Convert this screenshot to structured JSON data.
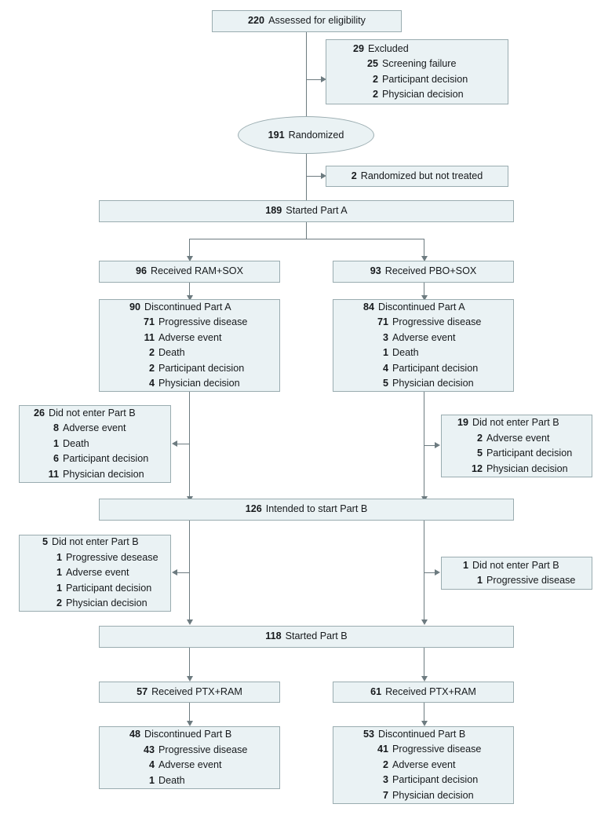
{
  "chart_data": {
    "type": "diagram",
    "title": "CONSORT participant flow diagram",
    "nodes": [
      {
        "id": "assessed",
        "n": "220",
        "label": "Assessed for eligibility"
      },
      {
        "id": "excluded",
        "n": "29",
        "label": "Excluded",
        "items": [
          {
            "n": "25",
            "label": "Screening failure"
          },
          {
            "n": "2",
            "label": "Participant decision"
          },
          {
            "n": "2",
            "label": "Physician decision"
          }
        ]
      },
      {
        "id": "randomized",
        "n": "191",
        "label": "Randomized"
      },
      {
        "id": "not-treated",
        "n": "2",
        "label": "Randomized but not treated"
      },
      {
        "id": "started-a",
        "n": "189",
        "label": "Started Part A"
      },
      {
        "id": "received-ram-sox",
        "n": "96",
        "label": "Received RAM+SOX"
      },
      {
        "id": "received-pbo-sox",
        "n": "93",
        "label": "Received PBO+SOX"
      },
      {
        "id": "disc-a-left",
        "n": "90",
        "label": "Discontinued Part A",
        "items": [
          {
            "n": "71",
            "label": "Progressive disease"
          },
          {
            "n": "11",
            "label": "Adverse event"
          },
          {
            "n": "2",
            "label": "Death"
          },
          {
            "n": "2",
            "label": "Participant decision"
          },
          {
            "n": "4",
            "label": "Physician decision"
          }
        ]
      },
      {
        "id": "disc-a-right",
        "n": "84",
        "label": "Discontinued Part A",
        "items": [
          {
            "n": "71",
            "label": "Progressive disease"
          },
          {
            "n": "3",
            "label": "Adverse event"
          },
          {
            "n": "1",
            "label": "Death"
          },
          {
            "n": "4",
            "label": "Participant decision"
          },
          {
            "n": "5",
            "label": "Physician decision"
          }
        ]
      },
      {
        "id": "noenter-b-left-1",
        "n": "26",
        "label": "Did not enter Part B",
        "items": [
          {
            "n": "8",
            "label": "Adverse event"
          },
          {
            "n": "1",
            "label": "Death"
          },
          {
            "n": "6",
            "label": "Participant decision"
          },
          {
            "n": "11",
            "label": "Physician decision"
          }
        ]
      },
      {
        "id": "noenter-b-right-1",
        "n": "19",
        "label": "Did not enter Part B",
        "items": [
          {
            "n": "2",
            "label": "Adverse event"
          },
          {
            "n": "5",
            "label": "Participant decision"
          },
          {
            "n": "12",
            "label": "Physician decision"
          }
        ]
      },
      {
        "id": "intended-b",
        "n": "126",
        "label": "Intended to start Part B"
      },
      {
        "id": "noenter-b-left-2",
        "n": "5",
        "label": "Did not enter Part B",
        "items": [
          {
            "n": "1",
            "label": "Progressive desease"
          },
          {
            "n": "1",
            "label": "Adverse event"
          },
          {
            "n": "1",
            "label": "Participant decision"
          },
          {
            "n": "2",
            "label": "Physician decision"
          }
        ]
      },
      {
        "id": "noenter-b-right-2",
        "n": "1",
        "label": "Did not enter Part B",
        "items": [
          {
            "n": "1",
            "label": "Progressive disease"
          }
        ]
      },
      {
        "id": "started-b",
        "n": "118",
        "label": "Started Part B"
      },
      {
        "id": "received-ptx-ram-left",
        "n": "57",
        "label": "Received PTX+RAM"
      },
      {
        "id": "received-ptx-ram-right",
        "n": "61",
        "label": "Received PTX+RAM"
      },
      {
        "id": "disc-b-left",
        "n": "48",
        "label": "Discontinued Part B",
        "items": [
          {
            "n": "43",
            "label": "Progressive disease"
          },
          {
            "n": "4",
            "label": "Adverse event"
          },
          {
            "n": "1",
            "label": "Death"
          }
        ]
      },
      {
        "id": "disc-b-right",
        "n": "53",
        "label": "Discontinued Part B",
        "items": [
          {
            "n": "41",
            "label": "Progressive disease"
          },
          {
            "n": "2",
            "label": "Adverse event"
          },
          {
            "n": "3",
            "label": "Participant decision"
          },
          {
            "n": "7",
            "label": "Physician decision"
          }
        ]
      }
    ],
    "colors": {
      "box_fill": "#eaf2f4",
      "box_border": "#9aacb0",
      "connector": "#6d7b80",
      "text": "#16191c",
      "background": "#ffffff"
    }
  },
  "assessed": {
    "n": "220",
    "label": "Assessed for eligibility"
  },
  "excluded": {
    "n": "29",
    "label": "Excluded",
    "i0n": "25",
    "i0l": "Screening failure",
    "i1n": "2",
    "i1l": "Participant decision",
    "i2n": "2",
    "i2l": "Physician decision"
  },
  "randomized": {
    "n": "191",
    "label": "Randomized"
  },
  "not_treated": {
    "n": "2",
    "label": "Randomized but not treated"
  },
  "started_a": {
    "n": "189",
    "label": "Started Part A"
  },
  "received_ram_sox": {
    "n": "96",
    "label": "Received RAM+SOX"
  },
  "received_pbo_sox": {
    "n": "93",
    "label": "Received PBO+SOX"
  },
  "disc_a_left": {
    "n": "90",
    "label": "Discontinued Part A",
    "i0n": "71",
    "i0l": "Progressive disease",
    "i1n": "11",
    "i1l": "Adverse event",
    "i2n": "2",
    "i2l": "Death",
    "i3n": "2",
    "i3l": "Participant decision",
    "i4n": "4",
    "i4l": "Physician decision"
  },
  "disc_a_right": {
    "n": "84",
    "label": "Discontinued Part A",
    "i0n": "71",
    "i0l": "Progressive disease",
    "i1n": "3",
    "i1l": "Adverse event",
    "i2n": "1",
    "i2l": "Death",
    "i3n": "4",
    "i3l": "Participant decision",
    "i4n": "5",
    "i4l": "Physician decision"
  },
  "noenter_b_left_1": {
    "n": "26",
    "label": "Did not enter Part B",
    "i0n": "8",
    "i0l": "Adverse event",
    "i1n": "1",
    "i1l": "Death",
    "i2n": "6",
    "i2l": "Participant decision",
    "i3n": "11",
    "i3l": "Physician decision"
  },
  "noenter_b_right_1": {
    "n": "19",
    "label": "Did not enter Part B",
    "i0n": "2",
    "i0l": "Adverse event",
    "i1n": "5",
    "i1l": "Participant decision",
    "i2n": "12",
    "i2l": "Physician decision"
  },
  "intended_b": {
    "n": "126",
    "label": "Intended to start Part B"
  },
  "noenter_b_left_2": {
    "n": "5",
    "label": "Did not enter Part B",
    "i0n": "1",
    "i0l": "Progressive desease",
    "i1n": "1",
    "i1l": "Adverse event",
    "i2n": "1",
    "i2l": "Participant decision",
    "i3n": "2",
    "i3l": "Physician decision"
  },
  "noenter_b_right_2": {
    "n": "1",
    "label": "Did not enter Part B",
    "i0n": "1",
    "i0l": "Progressive disease"
  },
  "started_b": {
    "n": "118",
    "label": "Started Part B"
  },
  "ptx_ram_left": {
    "n": "57",
    "label": "Received PTX+RAM"
  },
  "ptx_ram_right": {
    "n": "61",
    "label": "Received PTX+RAM"
  },
  "disc_b_left": {
    "n": "48",
    "label": "Discontinued Part B",
    "i0n": "43",
    "i0l": "Progressive disease",
    "i1n": "4",
    "i1l": "Adverse event",
    "i2n": "1",
    "i2l": "Death"
  },
  "disc_b_right": {
    "n": "53",
    "label": "Discontinued Part B",
    "i0n": "41",
    "i0l": "Progressive disease",
    "i1n": "2",
    "i1l": "Adverse event",
    "i2n": "3",
    "i2l": "Participant decision",
    "i3n": "7",
    "i3l": "Physician decision"
  }
}
